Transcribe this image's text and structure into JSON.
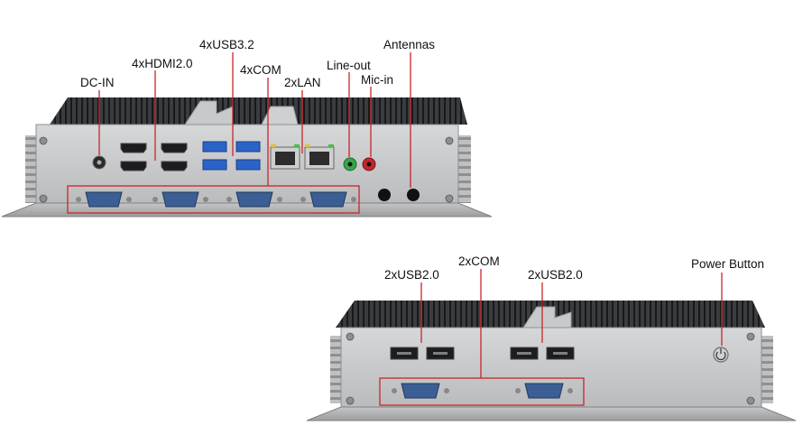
{
  "front_panel": {
    "labels": {
      "dc_in": "DC-IN",
      "hdmi": "4xHDMI2.0",
      "usb32": "4xUSB3.2",
      "com": "4xCOM",
      "lan": "2xLAN",
      "line_out": "Line-out",
      "mic_in": "Mic-in",
      "antennas": "Antennas"
    }
  },
  "rear_panel": {
    "labels": {
      "usb20_left": "2xUSB2.0",
      "com": "2xCOM",
      "usb20_right": "2xUSB2.0",
      "power_button": "Power Button"
    }
  },
  "colors": {
    "callout_line": "#c8262a",
    "chassis": "#c9cacc",
    "heatsink": "#2b2d30",
    "line_out_jack": "#3aa34a",
    "mic_in_jack": "#c0282d",
    "usb3_blue": "#2a64c8"
  }
}
